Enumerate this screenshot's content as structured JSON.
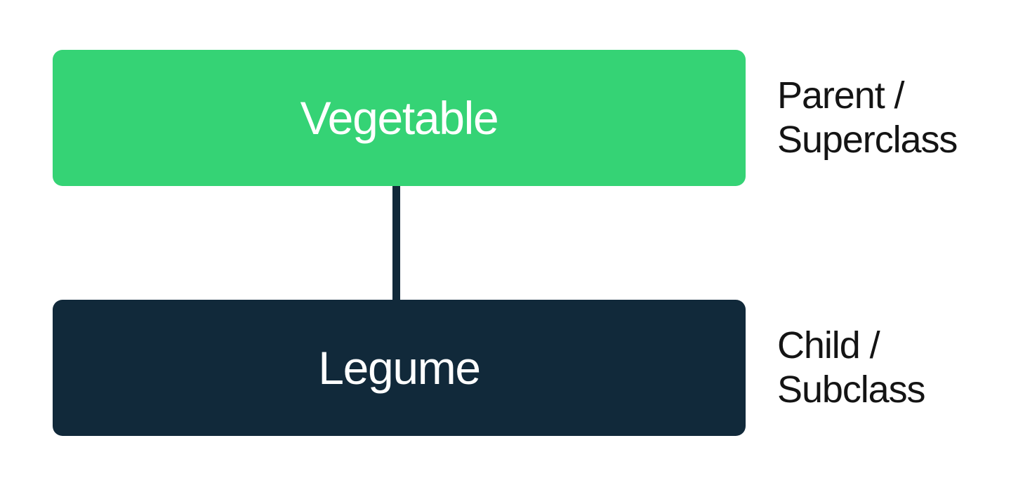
{
  "colors": {
    "background": "#ffffff",
    "parent-fill": "#35d375",
    "child-fill": "#11293a",
    "connector": "#11293a",
    "node-text": "#ffffff",
    "annotation-text": "#141414"
  },
  "diagram": {
    "nodes": [
      {
        "id": "parent",
        "label": "Vegetable",
        "annotation_lines": [
          "Parent /",
          "Superclass"
        ]
      },
      {
        "id": "child",
        "label": "Legume",
        "annotation_lines": [
          "Child /",
          "Subclass"
        ]
      }
    ]
  }
}
